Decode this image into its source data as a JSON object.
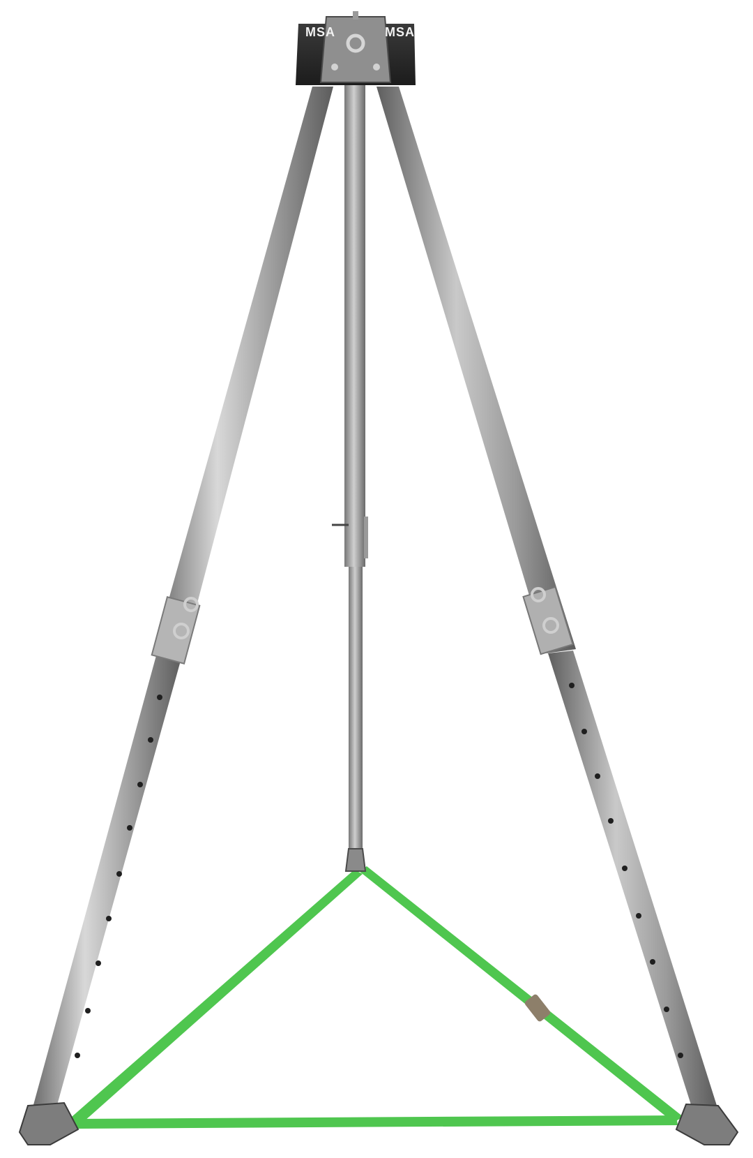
{
  "image": {
    "subject": "tripod",
    "background_color": "#ffffff"
  },
  "logo": {
    "left_text": "MSA",
    "right_text": "MSA"
  },
  "colors": {
    "metal": "#a6a6a6",
    "metal_dark": "#6f6f6f",
    "metal_light": "#d9d9d9",
    "head": "#2b2b2b",
    "strap": "#4fc64f"
  }
}
